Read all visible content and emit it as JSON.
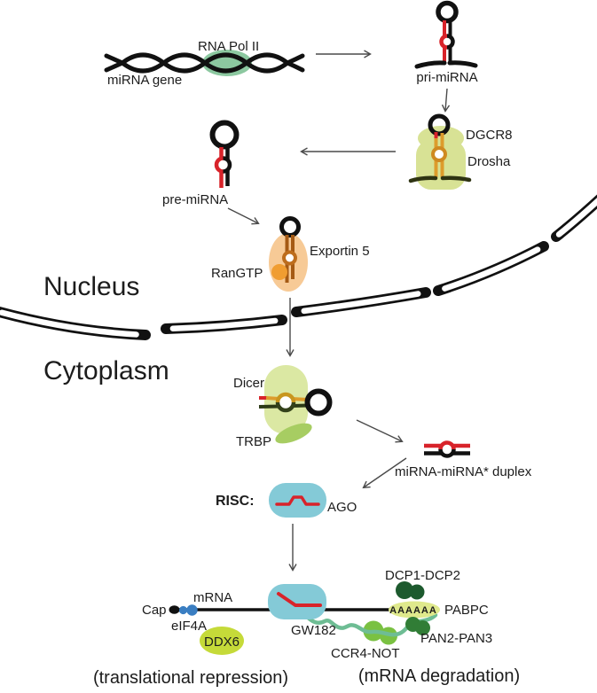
{
  "colors": {
    "accent_red": "#d8232a",
    "risc_blue": "#84cad7",
    "pol2_green": "#8cc8a0",
    "drosha_blob": "#d8e295",
    "stem_orange": "#dd9c2c",
    "exportin_orange": "#f7ca96",
    "rangtp_orange": "#f09d31",
    "dicer_blob": "#dbe8a3",
    "trbp_green": "#a7cd62",
    "gw182_teal": "#6ebd94",
    "ccr4_green": "#7ac142",
    "pan_green": "#317d36",
    "dcp_green": "#1d5a2e",
    "polya_yellow": "#dfe98c",
    "polya_text": "#9aa53c",
    "ddx6_yellow": "#c5da39",
    "eif4a_blue": "#3a7ec2",
    "arrow_gray": "#4a4a4a"
  },
  "nucleus": {
    "title": "Nucleus",
    "rna_pol_ii": "RNA Pol II",
    "mirna_gene": "miRNA gene",
    "pri_mirna": "pri-miRNA",
    "dgcr8": "DGCR8",
    "drosha": "Drosha",
    "pre_mirna": "pre-miRNA",
    "exportin5": "Exportin 5",
    "rangtp": "RanGTP"
  },
  "cytoplasm": {
    "title": "Cytoplasm",
    "dicer": "Dicer",
    "trbp": "TRBP",
    "mirna_duplex": "miRNA-miRNA* duplex",
    "risc": "RISC:",
    "ago": "AGO"
  },
  "effectors": {
    "cap": "Cap",
    "eif4a": "eIF4A",
    "mrna": "mRNA",
    "gw182": "GW182",
    "ddx6": "DDX6",
    "dcp1_dcp2": "DCP1-DCP2",
    "poly_a": "AAAAAA",
    "pabpc": "PABPC",
    "pan2_pan3": "PAN2-PAN3",
    "ccr4_not": "CCR4-NOT",
    "outcome_left": "(translational repression)",
    "outcome_right": "(mRNA degradation)"
  }
}
